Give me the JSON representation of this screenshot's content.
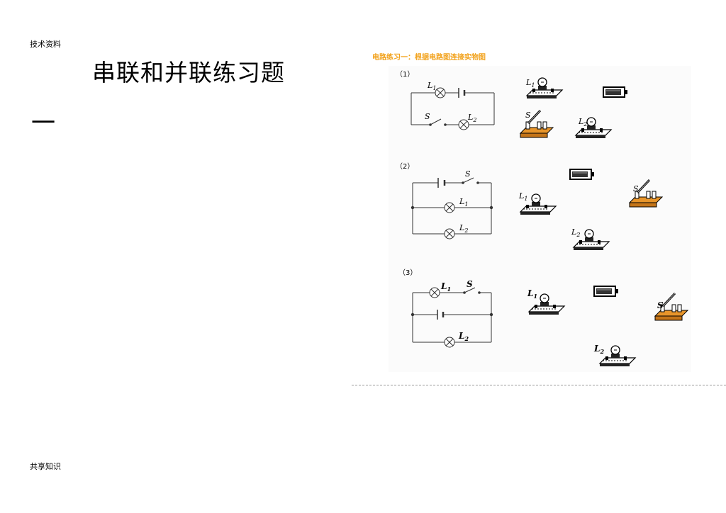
{
  "header": {
    "label": "技术资料"
  },
  "title": "串联和并联练习题",
  "section_number": "一",
  "exercise": {
    "title": "电路练习一：根据电路图连接实物图",
    "problems": [
      {
        "number": "（1）",
        "labels": [
          "L1",
          "S",
          "L2"
        ]
      },
      {
        "number": "（2）",
        "labels": [
          "S",
          "L1",
          "L2"
        ]
      },
      {
        "number": "（3）",
        "labels": [
          "L1",
          "S",
          "L2"
        ]
      }
    ],
    "component_labels": {
      "lamp1": "L",
      "lamp1_sub": "1",
      "lamp2": "L",
      "lamp2_sub": "2",
      "switch": "S"
    }
  },
  "footer": {
    "label": "共享知识"
  }
}
